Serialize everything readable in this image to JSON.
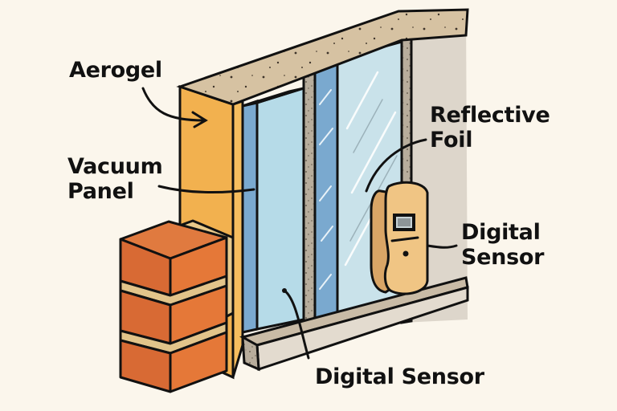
{
  "diagram": {
    "title": "Wall insulation cross-section",
    "labels": {
      "aerogel": "Aerogel",
      "vacuum_panel": "Vacuum\nPanel",
      "reflective_foil": "Reflective\nFoil",
      "digital_sensor_right": "Digital\nSensor",
      "digital_sensor_bottom": "Digital Sensor"
    },
    "components": [
      {
        "id": "brick",
        "name": "Brick layer",
        "color": "#e0733a"
      },
      {
        "id": "aerogel",
        "name": "Aerogel",
        "color": "#f2b14f"
      },
      {
        "id": "vacuum-panel",
        "name": "Vacuum Panel",
        "color": "#b6dbe8"
      },
      {
        "id": "glass-blue",
        "name": "Glass layer",
        "color": "#7aa9cf"
      },
      {
        "id": "reflective-foil",
        "name": "Reflective Foil",
        "color": "#c9e2ea"
      },
      {
        "id": "concrete",
        "name": "Concrete",
        "color": "#d9c7aa"
      },
      {
        "id": "plaster",
        "name": "Plaster wall",
        "color": "#ddd6cb"
      },
      {
        "id": "sensor",
        "name": "Digital Sensor",
        "color": "#f0c584"
      }
    ],
    "colors": {
      "background": "#fbf6ec",
      "outline": "#111111",
      "text": "#111111"
    }
  }
}
